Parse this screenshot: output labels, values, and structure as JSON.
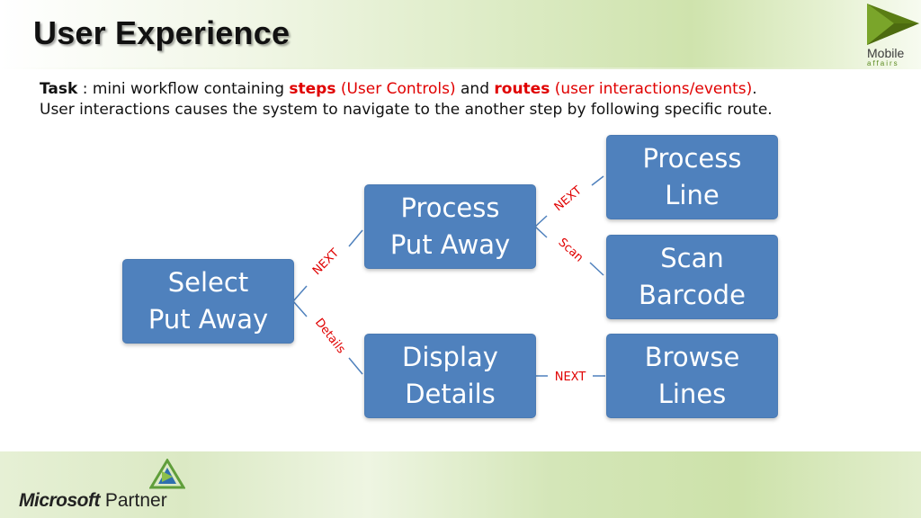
{
  "title": "User Experience",
  "logo": {
    "name": "Mobile",
    "tagline": "affairs"
  },
  "task": {
    "label": "Task",
    "intro": " : mini workflow containing ",
    "steps_word": "steps",
    "steps_desc": " (User Controls)",
    "and_word": " and ",
    "routes_word": "routes",
    "routes_desc": " (user interactions/events)",
    "rest": ". User interactions causes the system to navigate to the another step by following specific route."
  },
  "diagram": {
    "nodes": {
      "select_put_away": [
        "Select",
        "Put Away"
      ],
      "process_put_away": [
        "Process",
        "Put Away"
      ],
      "display_details": [
        "Display",
        "Details"
      ],
      "process_line": [
        "Process",
        "Line"
      ],
      "scan_barcode": [
        "Scan",
        "Barcode"
      ],
      "browse_lines": [
        "Browse",
        "Lines"
      ]
    },
    "edges": {
      "select_to_process": "NEXT",
      "select_to_display": "Details",
      "process_to_line": "NEXT",
      "process_to_scan": "Scan",
      "display_to_browse": "NEXT"
    },
    "colors": {
      "node_fill": "#4f81bd",
      "edge_label": "#e00000",
      "connector": "#4f81bd"
    }
  },
  "footer": {
    "brand": "Microsoft",
    "suffix": " Partner"
  }
}
